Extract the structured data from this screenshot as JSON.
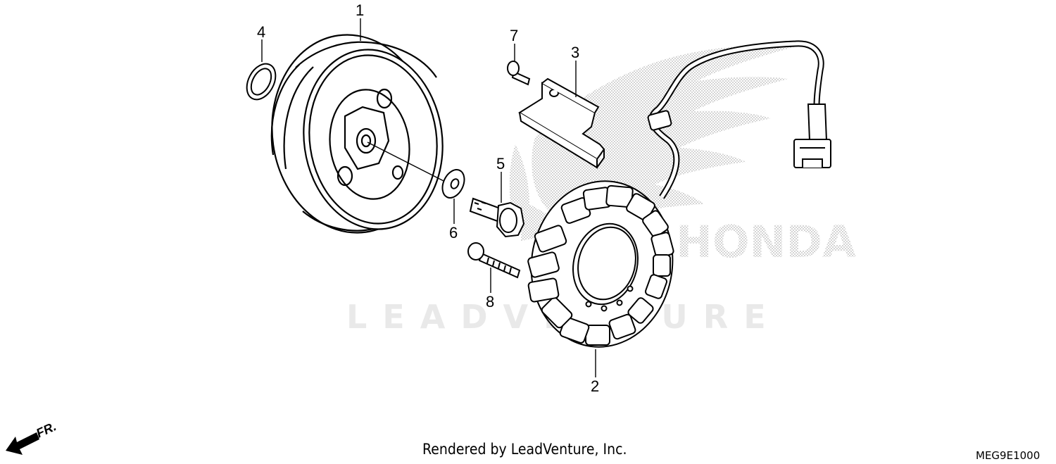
{
  "callouts": {
    "c1": "1",
    "c2": "2",
    "c3": "3",
    "c4": "4",
    "c5": "5",
    "c6": "6",
    "c7": "7",
    "c8": "8"
  },
  "watermark": {
    "brand_text": "HONDA",
    "dealer_text": "LEADVENTURE"
  },
  "direction_label": "FR.",
  "footer": {
    "credit": "Rendered by LeadVenture, Inc.",
    "diagram_code": "MEG9E1000"
  },
  "colors": {
    "line": "#000000",
    "watermark_dots": "#bdbdbd",
    "watermark_text": "#ececec"
  }
}
